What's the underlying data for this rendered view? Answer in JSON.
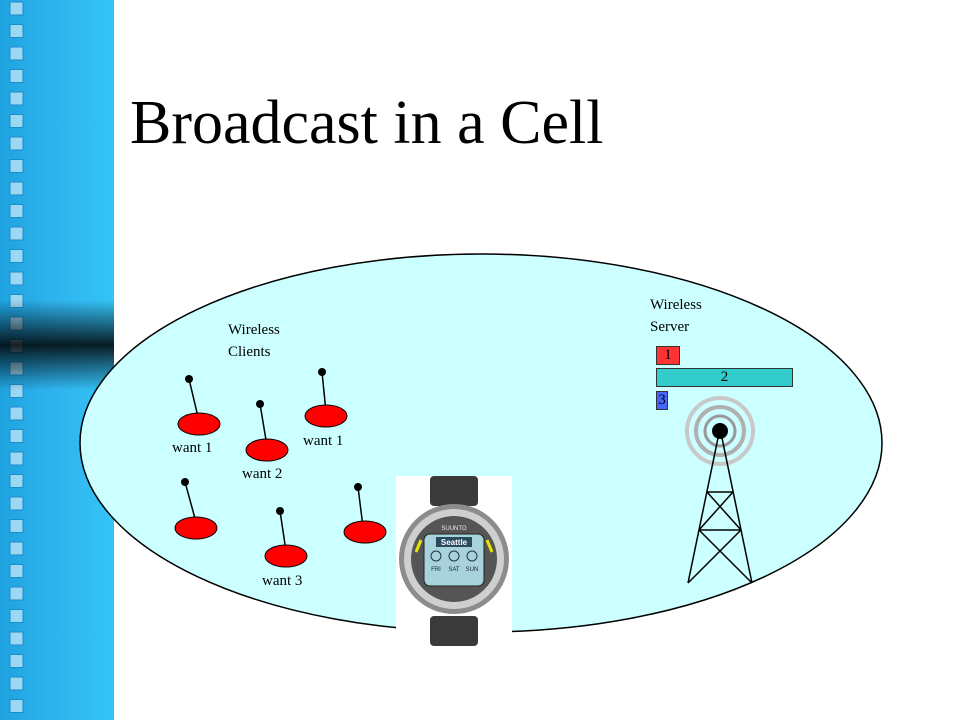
{
  "title": "Broadcast in a Cell",
  "labels": {
    "clients": [
      "Wireless",
      "Clients"
    ],
    "server": [
      "Wireless",
      "Server"
    ]
  },
  "clients": [
    {
      "label": "want 1"
    },
    {
      "label": "want 2"
    },
    {
      "label": "want 1"
    },
    {
      "label": ""
    },
    {
      "label": "want 3"
    },
    {
      "label": ""
    }
  ],
  "broadcast_slots": [
    {
      "label": "1",
      "color": "#ff3333"
    },
    {
      "label": "2",
      "color": "#33cccc"
    },
    {
      "label": "3",
      "color": "#4466ff"
    }
  ],
  "watch": {
    "brand": "SUUNTO",
    "city": "Seattle",
    "days": [
      "FRI",
      "SAT",
      "SUN"
    ]
  },
  "colors": {
    "cell": "#ccffff",
    "client": "#ff0000",
    "sidebar": "#2fb5ee"
  }
}
